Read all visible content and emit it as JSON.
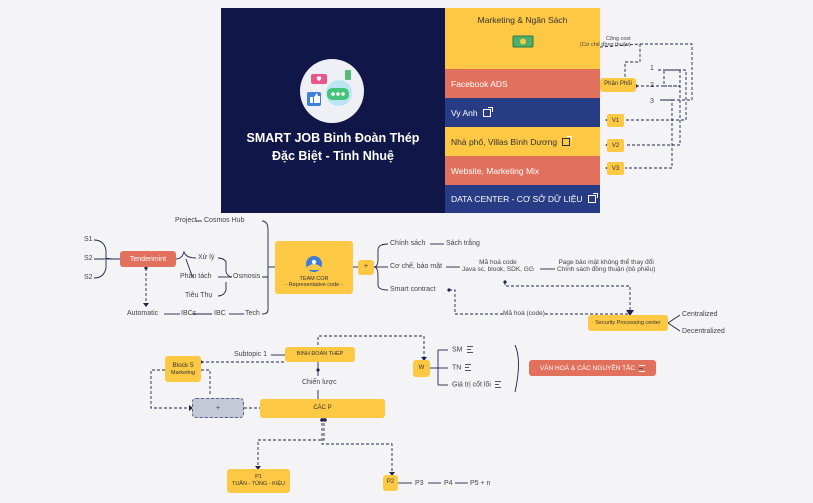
{
  "header": {
    "title_line1": "SMART JOB Binh Đoàn Thép",
    "title_line2": "Đặc Biệt - Tinh Nhuệ",
    "hero_icon": "social-media-icon",
    "colors": {
      "navy": "#111648",
      "yellow": "#fdc843",
      "red": "#e1705c",
      "blue": "#283c85"
    }
  },
  "panels": {
    "marketing": {
      "label": "Marketing & Ngân Sách",
      "icon": "money-icon"
    },
    "facebook": "Facebook ADS",
    "vyanh": "Vy Anh",
    "nhapho": "Nhà phố, Villas Bình Dương",
    "website": "Website, Marketing Mix",
    "datacenter": "DATA CENTER - CƠ SỞ DỮ LIỆU"
  },
  "right": {
    "congcost": "Cổng cost",
    "congcost_sub": "(Cơ chế đồng thuận)",
    "phanphoi": "Phân Phối",
    "n1": "1",
    "n2": "2",
    "n3": "3",
    "v1": "V1",
    "v2": "V2",
    "v3": "V3"
  },
  "left": {
    "s1": "S1",
    "s2a": "S2",
    "s2b": "S2",
    "tendenmint": "Tendenmint",
    "project": "Project",
    "cosmos": "Cosmos Hub",
    "xuly": "Xử lý",
    "phantach": "Phân tách",
    "tieuthu": "Tiêu Thụ",
    "osmosis": "Osmosis",
    "automatic": "Automatic",
    "ibcs": "IBCs",
    "ibc": "IBC",
    "tech": "Tech"
  },
  "team": {
    "line1": "TEAM COR",
    "line2": "- Representative code -",
    "icon": "planet-icon"
  },
  "plus": "+",
  "middle": {
    "chinhsach": "Chính sách",
    "sachtrang": "Sách trắng",
    "cochebaomat": "Cơ chế, bảo mật",
    "mahoacode": "Mã hoá code",
    "mahoacode_sub": "Java sc, blook, SDK, GG",
    "page1": "Page bảo mật không thể thay đổi",
    "page2": "Chính sách đồng thuận (bỏ phiếu)",
    "smartcontract": "Smart contract",
    "mahoa_code2": "Mã hoá (code)",
    "security": "Security Processing center",
    "centralized": "Centralized",
    "decentralized": "Decentralized"
  },
  "bottom": {
    "subtopic": "Subtopic 1",
    "binhdoan": "BINH ĐOÀN THÉP",
    "block": "Block 5",
    "block_sub": "Marketing",
    "chienluoc": "Chiến lược",
    "plus": "+",
    "cacp": "CÁC P",
    "w": "W",
    "sm": "SM",
    "tn": "TN",
    "giatri": "Giá trị cốt lõi",
    "vanhoa": "VĂN HOÁ & CÁC NGUYÊN TẮC",
    "p1": "P1",
    "p1_sub": "TUẤN - TÙNG - KIỆU",
    "p2": "P2",
    "p3": "P3",
    "p4": "P4",
    "p5": "P5 + n"
  }
}
